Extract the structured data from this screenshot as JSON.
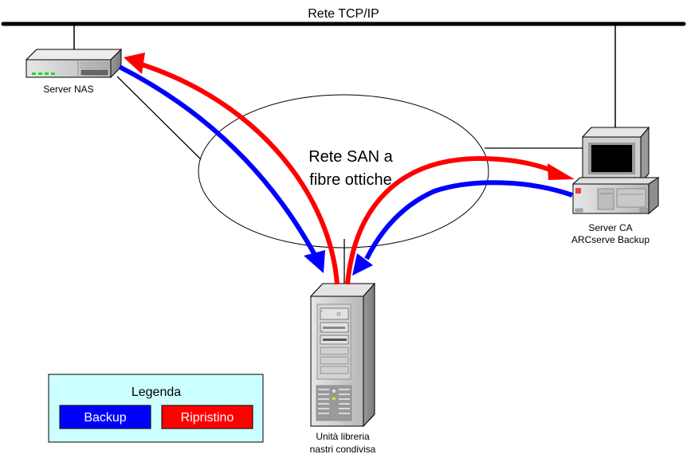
{
  "network": {
    "tcpip_label": "Rete TCP/IP",
    "san_label_line1": "Rete SAN a",
    "san_label_line2": "fibre ottiche"
  },
  "nodes": {
    "nas": {
      "label": "Server NAS"
    },
    "ca_server": {
      "label_line1": "Server CA",
      "label_line2": "ARCserve Backup"
    },
    "library": {
      "label_line1": "Unità libreria",
      "label_line2": "nastri condivisa"
    }
  },
  "legend": {
    "title": "Legenda",
    "items": [
      {
        "label": "Backup",
        "color": "#0000ff"
      },
      {
        "label": "Ripristino",
        "color": "#ff0000"
      }
    ]
  },
  "flows": [
    {
      "type": "backup",
      "from": "Server NAS",
      "to": "Unità libreria nastri condivisa",
      "color": "#0000ff"
    },
    {
      "type": "restore",
      "from": "Unità libreria nastri condivisa",
      "to": "Server NAS",
      "color": "#ff0000"
    },
    {
      "type": "backup",
      "from": "Server CA ARCserve Backup",
      "to": "Unità libreria nastri condivisa",
      "color": "#0000ff"
    },
    {
      "type": "restore",
      "from": "Unità libreria nastri condivisa",
      "to": "Server CA ARCserve Backup",
      "color": "#ff0000"
    }
  ],
  "colors": {
    "backup": "#0000ff",
    "restore": "#ff0000",
    "legend_bg": "#ccffff"
  }
}
